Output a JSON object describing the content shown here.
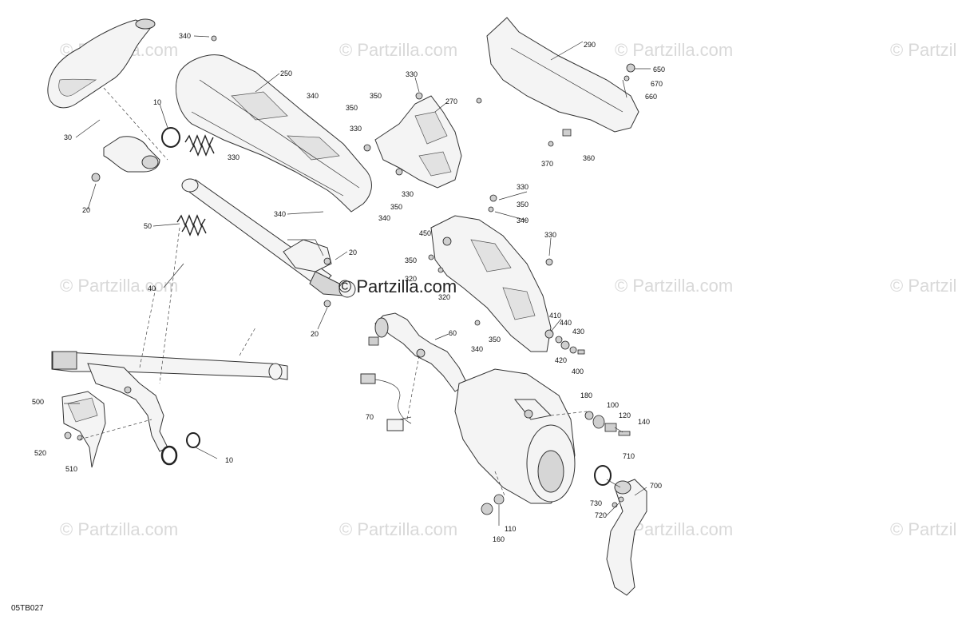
{
  "watermark_text": "© Partzilla.com",
  "center_watermark_text": "© Partzilla.com",
  "diagram_code": "05TB027",
  "callouts": [
    "340",
    "250",
    "10",
    "30",
    "330",
    "20",
    "50",
    "40",
    "20",
    "20",
    "340",
    "350",
    "330",
    "270",
    "330",
    "340",
    "350",
    "330",
    "290",
    "650",
    "670",
    "660",
    "370",
    "360",
    "330",
    "350",
    "340",
    "340",
    "350",
    "450",
    "350",
    "320",
    "320",
    "330",
    "410",
    "440",
    "430",
    "420",
    "400",
    "340",
    "350",
    "60",
    "70",
    "180",
    "100",
    "120",
    "140",
    "710",
    "700",
    "730",
    "720",
    "110",
    "160",
    "500",
    "520",
    "510",
    "10"
  ]
}
